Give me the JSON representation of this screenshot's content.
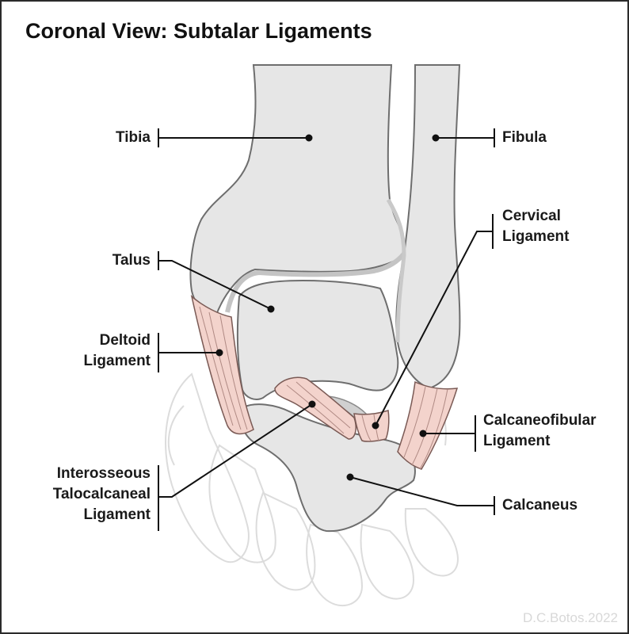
{
  "title": "Coronal View: Subtalar Ligaments",
  "labels": {
    "tibia": "Tibia",
    "fibula": "Fibula",
    "talus": "Talus",
    "cervical_line1": "Cervical",
    "cervical_line2": "Ligament",
    "deltoid_line1": "Deltoid",
    "deltoid_line2": "Ligament",
    "calcaneofibular_line1": "Calcaneofibular",
    "calcaneofibular_line2": "Ligament",
    "interosseous_line1": "Interosseous",
    "interosseous_line2": "Talocalcaneal",
    "interosseous_line3": "Ligament",
    "calcaneus": "Calcaneus"
  },
  "credit": "D.C.Botos.2022",
  "colors": {
    "bone_fill": "#e6e6e6",
    "bone_stroke": "#6e6e6e",
    "cartilage": "#d0d0d0",
    "ligament_fill": "#f3d3cc",
    "ligament_stroke": "#7a5a55",
    "faded_bone": "#d9d9d9",
    "leader_line": "#111111"
  }
}
